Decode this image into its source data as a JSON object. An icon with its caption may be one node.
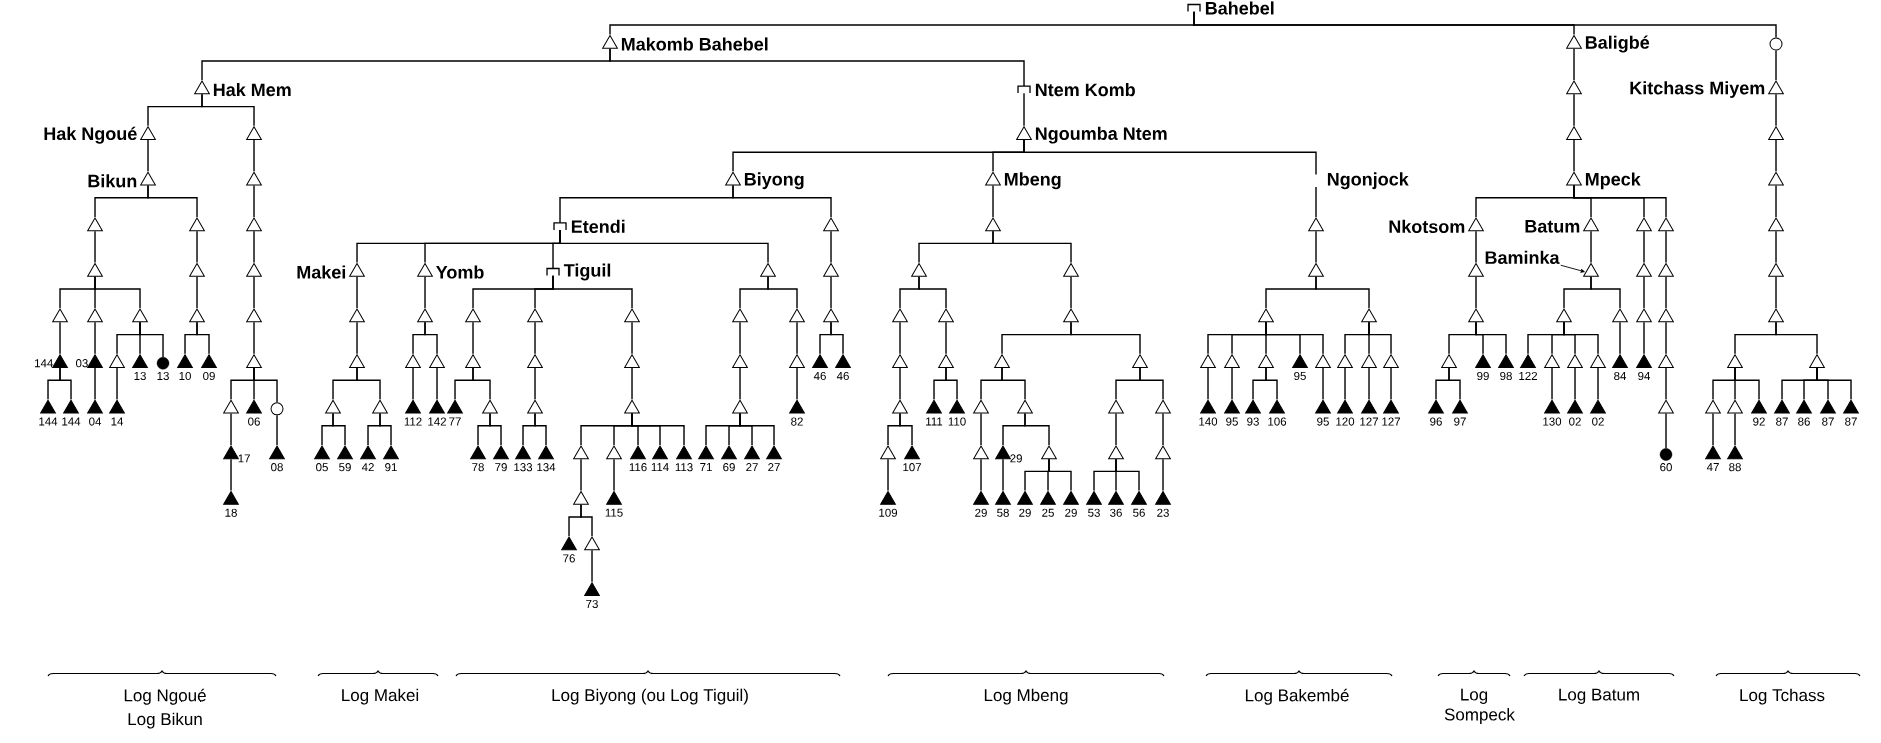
{
  "diagram": {
    "nodes": [
      {
        "text": [],
        "shape": "tick",
        "beside": [
          "Bahebel"
        ]
      },
      {
        "text": [],
        "shape": "triangle",
        "beside": [
          "Makomb Bahebel"
        ]
      },
      {
        "text": [],
        "shape": "triangle",
        "beside": [
          "Hak Mem"
        ]
      },
      {
        "text": [],
        "shape": "triangle",
        "beside": [
          "Hak Ngoué"
        ]
      },
      {
        "text": [],
        "shape": "triangle",
        "beside": [
          "Bikun"
        ]
      },
      {
        "text": [],
        "shape": "triangle"
      },
      {
        "text": [],
        "shape": "triangle"
      },
      {
        "text": [],
        "shape": "triangle"
      },
      {
        "text": [],
        "shape": "filled-triangle",
        "beside": [
          "144"
        ]
      },
      {
        "text": [],
        "shape": "filled-triangle",
        "beside": [
          "144"
        ]
      },
      {
        "text": [],
        "shape": "filled-triangle",
        "beside": [
          "144"
        ]
      },
      {
        "text": [],
        "shape": "triangle"
      },
      {
        "text": [],
        "shape": "filled-triangle",
        "beside": [
          "03"
        ]
      },
      {
        "text": [],
        "shape": "filled-triangle",
        "beside": [
          "04"
        ]
      },
      {
        "text": [],
        "shape": "triangle"
      },
      {
        "text": [],
        "shape": "triangle"
      },
      {
        "text": [],
        "shape": "filled-triangle",
        "beside": [
          "14"
        ]
      },
      {
        "text": [],
        "shape": "filled-triangle",
        "beside": [
          "13"
        ]
      },
      {
        "text": [],
        "shape": "filled-circle",
        "beside": [
          "13"
        ]
      },
      {
        "text": [],
        "shape": "triangle"
      },
      {
        "text": [],
        "shape": "triangle"
      },
      {
        "text": [],
        "shape": "triangle"
      },
      {
        "text": [],
        "shape": "filled-triangle",
        "beside": [
          "10"
        ]
      },
      {
        "text": [],
        "shape": "filled-triangle",
        "beside": [
          "09"
        ]
      },
      {
        "text": [],
        "shape": "triangle"
      },
      {
        "text": [],
        "shape": "triangle"
      },
      {
        "text": [],
        "shape": "triangle"
      },
      {
        "text": [],
        "shape": "triangle"
      },
      {
        "text": [],
        "shape": "triangle"
      },
      {
        "text": [],
        "shape": "triangle"
      },
      {
        "text": [],
        "shape": "triangle"
      },
      {
        "text": [],
        "shape": "filled-triangle",
        "beside": [
          "17"
        ]
      },
      {
        "text": [],
        "shape": "filled-triangle",
        "beside": [
          "18"
        ]
      },
      {
        "text": [],
        "shape": "filled-triangle",
        "beside": [
          "06"
        ]
      },
      {
        "text": [],
        "shape": "circle"
      },
      {
        "text": [],
        "shape": "filled-triangle",
        "beside": [
          "08"
        ]
      },
      {
        "text": [],
        "shape": "tick",
        "beside": [
          "Ntem Komb"
        ]
      },
      {
        "text": [],
        "shape": "triangle",
        "beside": [
          "Ngoumba Ntem"
        ]
      },
      {
        "text": [],
        "shape": "triangle",
        "beside": [
          "Biyong"
        ]
      },
      {
        "text": [],
        "shape": "tick",
        "beside": [
          "Etendi"
        ]
      },
      {
        "text": [],
        "shape": "triangle",
        "beside": [
          "Makei"
        ]
      },
      {
        "text": [],
        "shape": "triangle"
      },
      {
        "text": [],
        "shape": "triangle"
      },
      {
        "text": [],
        "shape": "triangle"
      },
      {
        "text": [],
        "shape": "filled-triangle",
        "beside": [
          "05"
        ]
      },
      {
        "text": [],
        "shape": "filled-triangle",
        "beside": [
          "59"
        ]
      },
      {
        "text": [],
        "shape": "triangle"
      },
      {
        "text": [],
        "shape": "filled-triangle",
        "beside": [
          "42"
        ]
      },
      {
        "text": [],
        "shape": "filled-triangle",
        "beside": [
          "91"
        ]
      },
      {
        "text": [],
        "shape": "triangle",
        "beside": [
          "Yomb"
        ]
      },
      {
        "text": [],
        "shape": "triangle"
      },
      {
        "text": [],
        "shape": "triangle"
      },
      {
        "text": [],
        "shape": "filled-triangle",
        "beside": [
          "112"
        ]
      },
      {
        "text": [],
        "shape": "triangle"
      },
      {
        "text": [],
        "shape": "filled-triangle",
        "beside": [
          "142"
        ]
      },
      {
        "text": [],
        "shape": "tick",
        "beside": [
          "Tiguil"
        ]
      },
      {
        "text": [],
        "shape": "triangle"
      },
      {
        "text": [],
        "shape": "triangle"
      },
      {
        "text": [],
        "shape": "filled-triangle",
        "beside": [
          "77"
        ]
      },
      {
        "text": [],
        "shape": "triangle"
      },
      {
        "text": [],
        "shape": "filled-triangle",
        "beside": [
          "78"
        ]
      },
      {
        "text": [],
        "shape": "filled-triangle",
        "beside": [
          "79"
        ]
      },
      {
        "text": [],
        "shape": "triangle"
      },
      {
        "text": [],
        "shape": "triangle"
      },
      {
        "text": [],
        "shape": "triangle"
      },
      {
        "text": [],
        "shape": "filled-triangle",
        "beside": [
          "133"
        ]
      },
      {
        "text": [],
        "shape": "filled-triangle",
        "beside": [
          "134"
        ]
      },
      {
        "text": [],
        "shape": "triangle"
      },
      {
        "text": [],
        "shape": "triangle"
      },
      {
        "text": [],
        "shape": "triangle"
      },
      {
        "text": [],
        "shape": "triangle"
      },
      {
        "text": [],
        "shape": "triangle"
      },
      {
        "text": [],
        "shape": "filled-triangle",
        "beside": [
          "76"
        ]
      },
      {
        "text": [],
        "shape": "triangle"
      },
      {
        "text": [],
        "shape": "filled-triangle",
        "beside": [
          "73"
        ]
      },
      {
        "text": [],
        "shape": "triangle"
      },
      {
        "text": [],
        "shape": "filled-triangle",
        "beside": [
          "115"
        ]
      },
      {
        "text": [],
        "shape": "filled-triangle",
        "beside": [
          "116"
        ]
      },
      {
        "text": [],
        "shape": "filled-triangle",
        "beside": [
          "114"
        ]
      },
      {
        "text": [],
        "shape": "filled-triangle",
        "beside": [
          "113"
        ]
      },
      {
        "text": [],
        "shape": "triangle"
      },
      {
        "text": [],
        "shape": "triangle"
      },
      {
        "text": [],
        "shape": "triangle"
      },
      {
        "text": [],
        "shape": "triangle"
      },
      {
        "text": [],
        "shape": "filled-triangle",
        "beside": [
          "71"
        ]
      },
      {
        "text": [],
        "shape": "filled-triangle",
        "beside": [
          "69"
        ]
      },
      {
        "text": [],
        "shape": "filled-triangle",
        "beside": [
          "27"
        ]
      },
      {
        "text": [],
        "shape": "filled-triangle",
        "beside": [
          "27"
        ]
      },
      {
        "text": [],
        "shape": "triangle"
      },
      {
        "text": [],
        "shape": "triangle"
      },
      {
        "text": [],
        "shape": "filled-triangle",
        "beside": [
          "82"
        ]
      },
      {
        "text": [],
        "shape": "triangle"
      },
      {
        "text": [],
        "shape": "triangle"
      },
      {
        "text": [],
        "shape": "triangle"
      },
      {
        "text": [],
        "shape": "filled-triangle",
        "beside": [
          "46"
        ]
      },
      {
        "text": [],
        "shape": "filled-triangle",
        "beside": [
          "46"
        ]
      },
      {
        "text": [],
        "shape": "triangle",
        "beside": [
          "Mbeng"
        ]
      },
      {
        "text": [],
        "shape": "triangle"
      },
      {
        "text": [],
        "shape": "triangle"
      },
      {
        "text": [],
        "shape": "triangle"
      },
      {
        "text": [],
        "shape": "triangle"
      },
      {
        "text": [],
        "shape": "triangle"
      },
      {
        "text": [],
        "shape": "triangle"
      },
      {
        "text": [],
        "shape": "filled-triangle",
        "beside": [
          "109"
        ]
      },
      {
        "text": [],
        "shape": "filled-triangle",
        "beside": [
          "107"
        ]
      },
      {
        "text": [],
        "shape": "triangle"
      },
      {
        "text": [],
        "shape": "triangle"
      },
      {
        "text": [],
        "shape": "filled-triangle",
        "beside": [
          "111"
        ]
      },
      {
        "text": [],
        "shape": "filled-triangle",
        "beside": [
          "110"
        ]
      },
      {
        "text": [],
        "shape": "triangle"
      },
      {
        "text": [],
        "shape": "triangle"
      },
      {
        "text": [],
        "shape": "triangle"
      },
      {
        "text": [],
        "shape": "triangle"
      },
      {
        "text": [],
        "shape": "triangle"
      },
      {
        "text": [],
        "shape": "filled-triangle",
        "beside": [
          "29"
        ]
      },
      {
        "text": [],
        "shape": "triangle"
      },
      {
        "text": [],
        "shape": "filled-triangle",
        "beside": [
          "29"
        ]
      },
      {
        "text": [],
        "shape": "filled-triangle",
        "beside": [
          "58"
        ]
      },
      {
        "text": [],
        "shape": "triangle"
      },
      {
        "text": [],
        "shape": "filled-triangle",
        "beside": [
          "29"
        ]
      },
      {
        "text": [],
        "shape": "filled-triangle",
        "beside": [
          "25"
        ]
      },
      {
        "text": [],
        "shape": "filled-triangle",
        "beside": [
          "29"
        ]
      },
      {
        "text": [],
        "shape": "triangle"
      },
      {
        "text": [],
        "shape": "triangle"
      },
      {
        "text": [],
        "shape": "triangle"
      },
      {
        "text": [],
        "shape": "filled-triangle",
        "beside": [
          "53"
        ]
      },
      {
        "text": [],
        "shape": "filled-triangle",
        "beside": [
          "36"
        ]
      },
      {
        "text": [],
        "shape": "filled-triangle",
        "beside": [
          "56"
        ]
      },
      {
        "text": [],
        "shape": "triangle"
      },
      {
        "text": [],
        "shape": "triangle"
      },
      {
        "text": [],
        "shape": "filled-triangle",
        "beside": [
          "23"
        ]
      },
      {
        "text": [],
        "shape": "gap",
        "beside": [
          "Ngonjock"
        ]
      },
      {
        "text": [],
        "shape": "triangle"
      },
      {
        "text": [],
        "shape": "triangle"
      },
      {
        "text": [],
        "shape": "triangle"
      },
      {
        "text": [],
        "shape": "triangle"
      },
      {
        "text": [],
        "shape": "filled-triangle",
        "beside": [
          "140"
        ]
      },
      {
        "text": [],
        "shape": "triangle"
      },
      {
        "text": [],
        "shape": "filled-triangle",
        "beside": [
          "95"
        ]
      },
      {
        "text": [],
        "shape": "triangle"
      },
      {
        "text": [],
        "shape": "filled-triangle",
        "beside": [
          "93"
        ]
      },
      {
        "text": [],
        "shape": "filled-triangle",
        "beside": [
          "106"
        ]
      },
      {
        "text": [],
        "shape": "filled-triangle",
        "beside": [
          "95"
        ]
      },
      {
        "text": [],
        "shape": "triangle"
      },
      {
        "text": [],
        "shape": "filled-triangle",
        "beside": [
          "95"
        ]
      },
      {
        "text": [],
        "shape": "triangle"
      },
      {
        "text": [],
        "shape": "triangle"
      },
      {
        "text": [],
        "shape": "filled-triangle",
        "beside": [
          "120"
        ]
      },
      {
        "text": [],
        "shape": "triangle"
      },
      {
        "text": [],
        "shape": "filled-triangle",
        "beside": [
          "127"
        ]
      },
      {
        "text": [],
        "shape": "triangle"
      },
      {
        "text": [],
        "shape": "filled-triangle",
        "beside": [
          "127"
        ]
      },
      {
        "text": [],
        "shape": "triangle",
        "beside": [
          "Baligbé"
        ]
      },
      {
        "text": [],
        "shape": "triangle"
      },
      {
        "text": [],
        "shape": "triangle"
      },
      {
        "text": [],
        "shape": "triangle",
        "beside": [
          "Mpeck"
        ]
      },
      {
        "text": [],
        "shape": "triangle",
        "beside": [
          "Nkotsom"
        ]
      },
      {
        "text": [],
        "shape": "triangle"
      },
      {
        "text": [],
        "shape": "triangle"
      },
      {
        "text": [],
        "shape": "triangle"
      },
      {
        "text": [],
        "shape": "filled-triangle",
        "beside": [
          "96"
        ]
      },
      {
        "text": [],
        "shape": "filled-triangle",
        "beside": [
          "97"
        ]
      },
      {
        "text": [],
        "shape": "filled-triangle",
        "beside": [
          "99"
        ]
      },
      {
        "text": [],
        "shape": "filled-triangle",
        "beside": [
          "98"
        ]
      },
      {
        "text": [],
        "shape": "triangle",
        "beside": [
          "Batum"
        ]
      },
      {
        "text": [],
        "shape": "triangle"
      },
      {
        "text": [],
        "shape": "triangle"
      },
      {
        "text": [],
        "shape": "filled-triangle",
        "beside": [
          "122"
        ]
      },
      {
        "text": [],
        "shape": "triangle"
      },
      {
        "text": [],
        "shape": "filled-triangle",
        "beside": [
          "130"
        ]
      },
      {
        "text": [],
        "shape": "triangle"
      },
      {
        "text": [],
        "shape": "filled-triangle",
        "beside": [
          "02"
        ]
      },
      {
        "text": [],
        "shape": "triangle"
      },
      {
        "text": [],
        "shape": "filled-triangle",
        "beside": [
          "02"
        ]
      },
      {
        "text": [],
        "shape": "triangle"
      },
      {
        "text": [],
        "shape": "filled-triangle",
        "beside": [
          "84"
        ]
      },
      {
        "text": [],
        "shape": "triangle"
      },
      {
        "text": [],
        "shape": "triangle"
      },
      {
        "text": [],
        "shape": "triangle"
      },
      {
        "text": [],
        "shape": "filled-triangle",
        "beside": [
          "94"
        ]
      },
      {
        "text": [],
        "shape": "triangle"
      },
      {
        "text": [],
        "shape": "triangle"
      },
      {
        "text": [],
        "shape": "triangle"
      },
      {
        "text": [],
        "shape": "triangle"
      },
      {
        "text": [],
        "shape": "triangle"
      },
      {
        "text": [],
        "shape": "filled-circle",
        "beside": [
          "60"
        ]
      },
      {
        "text": [],
        "shape": "circle"
      },
      {
        "text": [],
        "shape": "triangle",
        "beside": [
          "Kitchass Miyem"
        ]
      },
      {
        "text": [],
        "shape": "triangle"
      },
      {
        "text": [],
        "shape": "triangle"
      },
      {
        "text": [],
        "shape": "triangle"
      },
      {
        "text": [],
        "shape": "triangle"
      },
      {
        "text": [],
        "shape": "triangle"
      },
      {
        "text": [],
        "shape": "triangle"
      },
      {
        "text": [],
        "shape": "triangle"
      },
      {
        "text": [],
        "shape": "filled-triangle",
        "beside": [
          "47"
        ]
      },
      {
        "text": [],
        "shape": "triangle"
      },
      {
        "text": [],
        "shape": "filled-triangle",
        "beside": [
          "88"
        ]
      },
      {
        "text": [],
        "shape": "filled-triangle",
        "beside": [
          "92"
        ]
      },
      {
        "text": [],
        "shape": "triangle"
      },
      {
        "text": [],
        "shape": "filled-triangle",
        "beside": [
          "87"
        ]
      },
      {
        "text": [],
        "shape": "filled-triangle",
        "beside": [
          "86"
        ]
      },
      {
        "text": [],
        "shape": "filled-triangle",
        "beside": [
          "87"
        ]
      },
      {
        "text": [],
        "shape": "filled-triangle",
        "beside": [
          "87"
        ]
      },
      {
        "text": [
          "Baminka"
        ]
      }
    ],
    "edges": [
      {
        "from": 0,
        "to": 1,
        "arrow": "none"
      },
      {
        "from": 1,
        "to": 2,
        "arrow": "none"
      },
      {
        "from": 2,
        "to": 3,
        "arrow": "none"
      },
      {
        "from": 3,
        "to": 4,
        "arrow": "none"
      },
      {
        "from": 4,
        "to": 5,
        "arrow": "none"
      },
      {
        "from": 5,
        "to": 6,
        "arrow": "none"
      },
      {
        "from": 6,
        "to": 7,
        "arrow": "none"
      },
      {
        "from": 7,
        "to": 8,
        "arrow": "none"
      },
      {
        "from": 8,
        "to": 9,
        "arrow": "none"
      },
      {
        "from": 8,
        "to": 10,
        "arrow": "none"
      },
      {
        "from": 6,
        "to": 11,
        "arrow": "none"
      },
      {
        "from": 11,
        "to": 12,
        "arrow": "none"
      },
      {
        "from": 12,
        "to": 13,
        "arrow": "none"
      },
      {
        "from": 6,
        "to": 14,
        "arrow": "none"
      },
      {
        "from": 14,
        "to": 15,
        "arrow": "none"
      },
      {
        "from": 15,
        "to": 16,
        "arrow": "none"
      },
      {
        "from": 14,
        "to": 17,
        "arrow": "none"
      },
      {
        "from": 14,
        "to": 18,
        "arrow": "none"
      },
      {
        "from": 4,
        "to": 19,
        "arrow": "none"
      },
      {
        "from": 19,
        "to": 20,
        "arrow": "none"
      },
      {
        "from": 20,
        "to": 21,
        "arrow": "none"
      },
      {
        "from": 21,
        "to": 22,
        "arrow": "none"
      },
      {
        "from": 21,
        "to": 23,
        "arrow": "none"
      },
      {
        "from": 2,
        "to": 24,
        "arrow": "none"
      },
      {
        "from": 24,
        "to": 25,
        "arrow": "none"
      },
      {
        "from": 25,
        "to": 26,
        "arrow": "none"
      },
      {
        "from": 26,
        "to": 27,
        "arrow": "none"
      },
      {
        "from": 27,
        "to": 28,
        "arrow": "none"
      },
      {
        "from": 28,
        "to": 29,
        "arrow": "none"
      },
      {
        "from": 29,
        "to": 30,
        "arrow": "none"
      },
      {
        "from": 30,
        "to": 31,
        "arrow": "none"
      },
      {
        "from": 31,
        "to": 32,
        "arrow": "none"
      },
      {
        "from": 29,
        "to": 33,
        "arrow": "none"
      },
      {
        "from": 29,
        "to": 34,
        "arrow": "none"
      },
      {
        "from": 34,
        "to": 35,
        "arrow": "none"
      },
      {
        "from": 1,
        "to": 36,
        "arrow": "none"
      },
      {
        "from": 36,
        "to": 37,
        "arrow": "none"
      },
      {
        "from": 37,
        "to": 38,
        "arrow": "none"
      },
      {
        "from": 38,
        "to": 39,
        "arrow": "none"
      },
      {
        "from": 39,
        "to": 40,
        "arrow": "none"
      },
      {
        "from": 40,
        "to": 41,
        "arrow": "none"
      },
      {
        "from": 41,
        "to": 42,
        "arrow": "none"
      },
      {
        "from": 42,
        "to": 43,
        "arrow": "none"
      },
      {
        "from": 43,
        "to": 44,
        "arrow": "none"
      },
      {
        "from": 43,
        "to": 45,
        "arrow": "none"
      },
      {
        "from": 42,
        "to": 46,
        "arrow": "none"
      },
      {
        "from": 46,
        "to": 47,
        "arrow": "none"
      },
      {
        "from": 46,
        "to": 48,
        "arrow": "none"
      },
      {
        "from": 39,
        "to": 49,
        "arrow": "none"
      },
      {
        "from": 49,
        "to": 50,
        "arrow": "none"
      },
      {
        "from": 50,
        "to": 51,
        "arrow": "none"
      },
      {
        "from": 51,
        "to": 52,
        "arrow": "none"
      },
      {
        "from": 50,
        "to": 53,
        "arrow": "none"
      },
      {
        "from": 53,
        "to": 54,
        "arrow": "none"
      },
      {
        "from": 39,
        "to": 55,
        "arrow": "none"
      },
      {
        "from": 55,
        "to": 56,
        "arrow": "none"
      },
      {
        "from": 56,
        "to": 57,
        "arrow": "none"
      },
      {
        "from": 57,
        "to": 58,
        "arrow": "none"
      },
      {
        "from": 57,
        "to": 59,
        "arrow": "none"
      },
      {
        "from": 59,
        "to": 60,
        "arrow": "none"
      },
      {
        "from": 59,
        "to": 61,
        "arrow": "none"
      },
      {
        "from": 55,
        "to": 62,
        "arrow": "none"
      },
      {
        "from": 62,
        "to": 63,
        "arrow": "none"
      },
      {
        "from": 63,
        "to": 64,
        "arrow": "none"
      },
      {
        "from": 64,
        "to": 65,
        "arrow": "none"
      },
      {
        "from": 64,
        "to": 66,
        "arrow": "none"
      },
      {
        "from": 55,
        "to": 67,
        "arrow": "none"
      },
      {
        "from": 67,
        "to": 68,
        "arrow": "none"
      },
      {
        "from": 68,
        "to": 69,
        "arrow": "none"
      },
      {
        "from": 69,
        "to": 70,
        "arrow": "none"
      },
      {
        "from": 70,
        "to": 71,
        "arrow": "none"
      },
      {
        "from": 71,
        "to": 72,
        "arrow": "none"
      },
      {
        "from": 71,
        "to": 73,
        "arrow": "none"
      },
      {
        "from": 73,
        "to": 74,
        "arrow": "none"
      },
      {
        "from": 69,
        "to": 75,
        "arrow": "none"
      },
      {
        "from": 75,
        "to": 76,
        "arrow": "none"
      },
      {
        "from": 69,
        "to": 77,
        "arrow": "none"
      },
      {
        "from": 69,
        "to": 78,
        "arrow": "none"
      },
      {
        "from": 69,
        "to": 79,
        "arrow": "none"
      },
      {
        "from": 39,
        "to": 80,
        "arrow": "none"
      },
      {
        "from": 80,
        "to": 81,
        "arrow": "none"
      },
      {
        "from": 81,
        "to": 82,
        "arrow": "none"
      },
      {
        "from": 82,
        "to": 83,
        "arrow": "none"
      },
      {
        "from": 83,
        "to": 84,
        "arrow": "none"
      },
      {
        "from": 83,
        "to": 85,
        "arrow": "none"
      },
      {
        "from": 83,
        "to": 86,
        "arrow": "none"
      },
      {
        "from": 83,
        "to": 87,
        "arrow": "none"
      },
      {
        "from": 80,
        "to": 88,
        "arrow": "none"
      },
      {
        "from": 88,
        "to": 89,
        "arrow": "none"
      },
      {
        "from": 89,
        "to": 90,
        "arrow": "none"
      },
      {
        "from": 38,
        "to": 91,
        "arrow": "none"
      },
      {
        "from": 91,
        "to": 92,
        "arrow": "none"
      },
      {
        "from": 92,
        "to": 93,
        "arrow": "none"
      },
      {
        "from": 93,
        "to": 94,
        "arrow": "none"
      },
      {
        "from": 93,
        "to": 95,
        "arrow": "none"
      },
      {
        "from": 37,
        "to": 96,
        "arrow": "none"
      },
      {
        "from": 96,
        "to": 97,
        "arrow": "none"
      },
      {
        "from": 97,
        "to": 98,
        "arrow": "none"
      },
      {
        "from": 98,
        "to": 99,
        "arrow": "none"
      },
      {
        "from": 99,
        "to": 100,
        "arrow": "none"
      },
      {
        "from": 100,
        "to": 101,
        "arrow": "none"
      },
      {
        "from": 101,
        "to": 102,
        "arrow": "none"
      },
      {
        "from": 102,
        "to": 103,
        "arrow": "none"
      },
      {
        "from": 101,
        "to": 104,
        "arrow": "none"
      },
      {
        "from": 98,
        "to": 105,
        "arrow": "none"
      },
      {
        "from": 105,
        "to": 106,
        "arrow": "none"
      },
      {
        "from": 106,
        "to": 107,
        "arrow": "none"
      },
      {
        "from": 106,
        "to": 108,
        "arrow": "none"
      },
      {
        "from": 97,
        "to": 109,
        "arrow": "none"
      },
      {
        "from": 109,
        "to": 110,
        "arrow": "none"
      },
      {
        "from": 110,
        "to": 111,
        "arrow": "none"
      },
      {
        "from": 111,
        "to": 112,
        "arrow": "none"
      },
      {
        "from": 112,
        "to": 113,
        "arrow": "none"
      },
      {
        "from": 113,
        "to": 114,
        "arrow": "none"
      },
      {
        "from": 111,
        "to": 115,
        "arrow": "none"
      },
      {
        "from": 115,
        "to": 116,
        "arrow": "none"
      },
      {
        "from": 116,
        "to": 117,
        "arrow": "none"
      },
      {
        "from": 115,
        "to": 118,
        "arrow": "none"
      },
      {
        "from": 118,
        "to": 119,
        "arrow": "none"
      },
      {
        "from": 118,
        "to": 120,
        "arrow": "none"
      },
      {
        "from": 118,
        "to": 121,
        "arrow": "none"
      },
      {
        "from": 110,
        "to": 122,
        "arrow": "none"
      },
      {
        "from": 122,
        "to": 123,
        "arrow": "none"
      },
      {
        "from": 123,
        "to": 124,
        "arrow": "none"
      },
      {
        "from": 124,
        "to": 125,
        "arrow": "none"
      },
      {
        "from": 124,
        "to": 126,
        "arrow": "none"
      },
      {
        "from": 124,
        "to": 127,
        "arrow": "none"
      },
      {
        "from": 122,
        "to": 128,
        "arrow": "none"
      },
      {
        "from": 128,
        "to": 129,
        "arrow": "none"
      },
      {
        "from": 129,
        "to": 130,
        "arrow": "none"
      },
      {
        "from": 37,
        "to": 131,
        "arrow": "none"
      },
      {
        "from": 131,
        "to": 132,
        "arrow": "none"
      },
      {
        "from": 132,
        "to": 133,
        "arrow": "none"
      },
      {
        "from": 133,
        "to": 134,
        "arrow": "none"
      },
      {
        "from": 134,
        "to": 135,
        "arrow": "none"
      },
      {
        "from": 135,
        "to": 136,
        "arrow": "none"
      },
      {
        "from": 134,
        "to": 137,
        "arrow": "none"
      },
      {
        "from": 137,
        "to": 138,
        "arrow": "none"
      },
      {
        "from": 134,
        "to": 139,
        "arrow": "none"
      },
      {
        "from": 139,
        "to": 140,
        "arrow": "none"
      },
      {
        "from": 139,
        "to": 141,
        "arrow": "none"
      },
      {
        "from": 134,
        "to": 142,
        "arrow": "none"
      },
      {
        "from": 134,
        "to": 143,
        "arrow": "none"
      },
      {
        "from": 143,
        "to": 144,
        "arrow": "none"
      },
      {
        "from": 133,
        "to": 145,
        "arrow": "none"
      },
      {
        "from": 145,
        "to": 146,
        "arrow": "none"
      },
      {
        "from": 146,
        "to": 147,
        "arrow": "none"
      },
      {
        "from": 145,
        "to": 148,
        "arrow": "none"
      },
      {
        "from": 148,
        "to": 149,
        "arrow": "none"
      },
      {
        "from": 145,
        "to": 150,
        "arrow": "none"
      },
      {
        "from": 150,
        "to": 151,
        "arrow": "none"
      },
      {
        "from": 0,
        "to": 152,
        "arrow": "none"
      },
      {
        "from": 152,
        "to": 153,
        "arrow": "none"
      },
      {
        "from": 153,
        "to": 154,
        "arrow": "none"
      },
      {
        "from": 154,
        "to": 155,
        "arrow": "none"
      },
      {
        "from": 155,
        "to": 156,
        "arrow": "none"
      },
      {
        "from": 156,
        "to": 157,
        "arrow": "none"
      },
      {
        "from": 157,
        "to": 158,
        "arrow": "none"
      },
      {
        "from": 158,
        "to": 159,
        "arrow": "none"
      },
      {
        "from": 159,
        "to": 160,
        "arrow": "none"
      },
      {
        "from": 159,
        "to": 161,
        "arrow": "none"
      },
      {
        "from": 158,
        "to": 162,
        "arrow": "none"
      },
      {
        "from": 158,
        "to": 163,
        "arrow": "none"
      },
      {
        "from": 155,
        "to": 164,
        "arrow": "none"
      },
      {
        "from": 164,
        "to": 165,
        "arrow": "none"
      },
      {
        "from": 165,
        "to": 166,
        "arrow": "none"
      },
      {
        "from": 166,
        "to": 167,
        "arrow": "none"
      },
      {
        "from": 166,
        "to": 168,
        "arrow": "none"
      },
      {
        "from": 168,
        "to": 169,
        "arrow": "none"
      },
      {
        "from": 166,
        "to": 170,
        "arrow": "none"
      },
      {
        "from": 170,
        "to": 171,
        "arrow": "none"
      },
      {
        "from": 166,
        "to": 172,
        "arrow": "none"
      },
      {
        "from": 172,
        "to": 173,
        "arrow": "none"
      },
      {
        "from": 165,
        "to": 174,
        "arrow": "none"
      },
      {
        "from": 174,
        "to": 175,
        "arrow": "none"
      },
      {
        "from": 155,
        "to": 176,
        "arrow": "none"
      },
      {
        "from": 176,
        "to": 177,
        "arrow": "none"
      },
      {
        "from": 177,
        "to": 178,
        "arrow": "none"
      },
      {
        "from": 178,
        "to": 179,
        "arrow": "none"
      },
      {
        "from": 155,
        "to": 180,
        "arrow": "none"
      },
      {
        "from": 180,
        "to": 181,
        "arrow": "none"
      },
      {
        "from": 181,
        "to": 182,
        "arrow": "none"
      },
      {
        "from": 182,
        "to": 183,
        "arrow": "none"
      },
      {
        "from": 183,
        "to": 184,
        "arrow": "none"
      },
      {
        "from": 184,
        "to": 185,
        "arrow": "none"
      },
      {
        "from": 0,
        "to": 186,
        "arrow": "none"
      },
      {
        "from": 186,
        "to": 187,
        "arrow": "none"
      },
      {
        "from": 187,
        "to": 188,
        "arrow": "none"
      },
      {
        "from": 188,
        "to": 189,
        "arrow": "none"
      },
      {
        "from": 189,
        "to": 190,
        "arrow": "none"
      },
      {
        "from": 190,
        "to": 191,
        "arrow": "none"
      },
      {
        "from": 191,
        "to": 192,
        "arrow": "none"
      },
      {
        "from": 192,
        "to": 193,
        "arrow": "none"
      },
      {
        "from": 193,
        "to": 194,
        "arrow": "none"
      },
      {
        "from": 194,
        "to": 195,
        "arrow": "none"
      },
      {
        "from": 193,
        "to": 196,
        "arrow": "none"
      },
      {
        "from": 196,
        "to": 197,
        "arrow": "none"
      },
      {
        "from": 193,
        "to": 198,
        "arrow": "none"
      },
      {
        "from": 192,
        "to": 199,
        "arrow": "none"
      },
      {
        "from": 199,
        "to": 200,
        "arrow": "none"
      },
      {
        "from": 199,
        "to": 201,
        "arrow": "none"
      },
      {
        "from": 199,
        "to": 202,
        "arrow": "none"
      },
      {
        "from": 199,
        "to": 203,
        "arrow": "none"
      },
      {
        "from": 204,
        "to": 165,
        "arrow": "to"
      }
    ],
    "labels": [
      "Log Ngoué",
      "Log Bikun",
      "Log Makei",
      "Log Biyong (ou Log Tiguil)",
      "Log Mbeng",
      "Log Bakembé",
      "Log Sompeck",
      "Log Batum",
      "Log Tchass"
    ]
  }
}
